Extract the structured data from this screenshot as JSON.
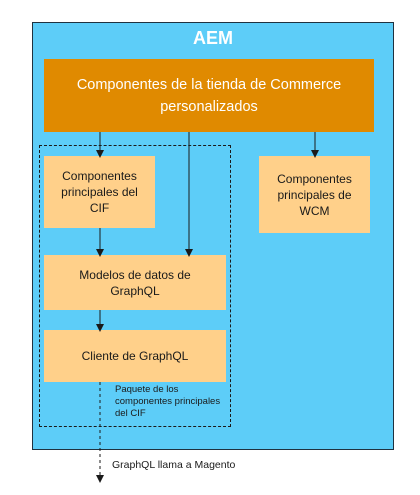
{
  "diagram": {
    "aem_title": "AEM",
    "custom_components": "Componentes de la tienda de Commerce personalizados",
    "cif_core": "Componentes principales del CIF",
    "wcm_core": "Componentes principales de WCM",
    "graphql_models": "Modelos de datos de GraphQL",
    "graphql_client": "Cliente de GraphQL",
    "package_label": "Paquete de los componentes principales del CIF",
    "graphql_call": "GraphQL llama a Magento"
  },
  "colors": {
    "aem_bg": "#5dcdf8",
    "orange": "#e08a00",
    "light_orange": "#ffd08a"
  }
}
